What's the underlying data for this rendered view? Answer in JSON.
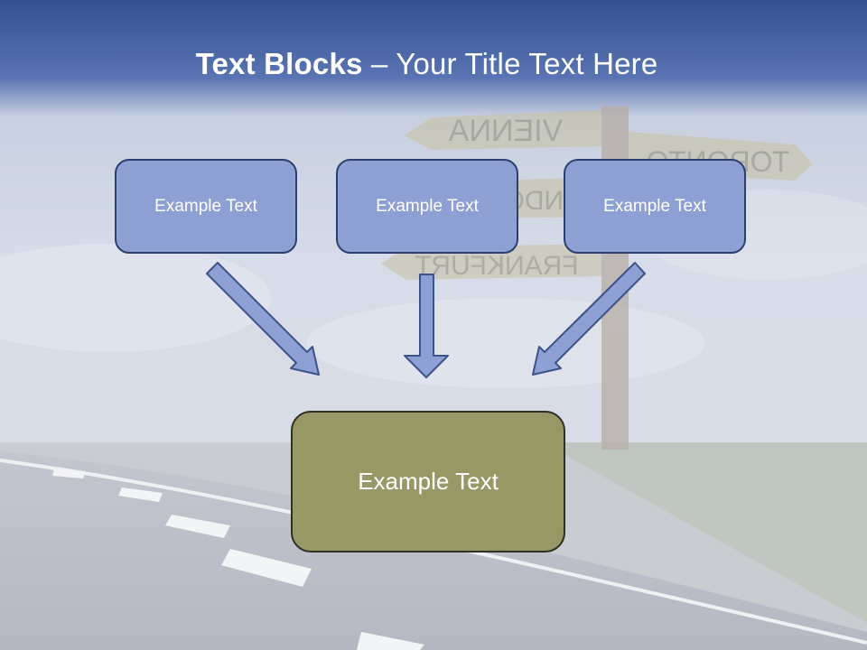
{
  "title": {
    "bold": "Text Blocks",
    "separator": " – ",
    "rest": "Your Title Text Here"
  },
  "blocks": {
    "top": [
      "Example Text",
      "Example Text",
      "Example Text"
    ],
    "bottom": "Example Text"
  },
  "signpost": [
    "VIENNA",
    "TORONTO",
    "LONDON",
    "FRANKFURT"
  ],
  "colors": {
    "header": "#3a5698",
    "top_box_fill": "#8ea0d3",
    "top_box_border": "#2d3f6e",
    "bottom_box_fill": "#989766",
    "bottom_box_border": "#2f2f22",
    "arrow_fill": "#8ea0d3",
    "arrow_stroke": "#3e5289"
  }
}
